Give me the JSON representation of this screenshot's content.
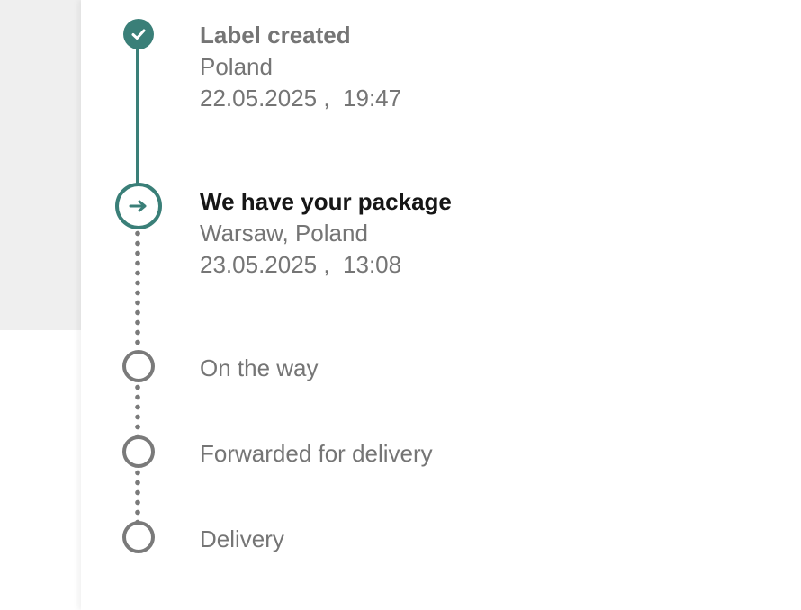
{
  "colors": {
    "accent": "#3a7f78",
    "pending": "#7a7a7a",
    "text_muted": "#757575",
    "text_active": "#161616"
  },
  "tracking": {
    "steps": [
      {
        "title": "Label created",
        "location": "Poland",
        "datetime": "22.05.2025 ,  19:47",
        "status": "done",
        "icon": "check-icon"
      },
      {
        "title": "We have your package",
        "location": "Warsaw, Poland",
        "datetime": "23.05.2025 ,  13:08",
        "status": "current",
        "icon": "arrow-right-icon"
      },
      {
        "title": "On the way",
        "status": "pending",
        "icon": "empty-circle-icon"
      },
      {
        "title": "Forwarded for delivery",
        "status": "pending",
        "icon": "empty-circle-icon"
      },
      {
        "title": "Delivery",
        "status": "pending",
        "icon": "empty-circle-icon"
      }
    ]
  }
}
